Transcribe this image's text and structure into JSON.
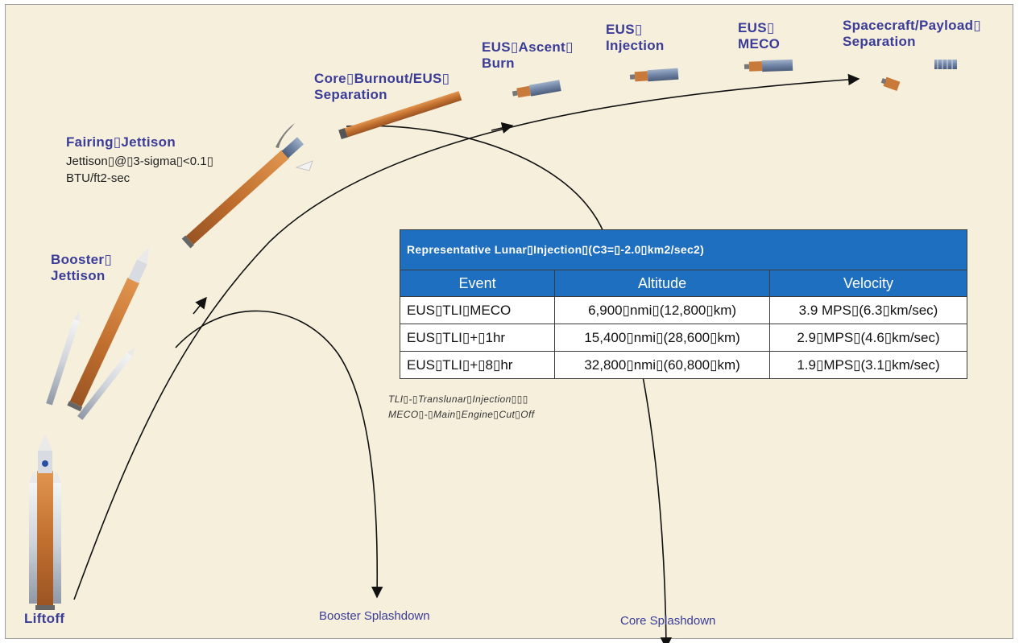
{
  "colors": {
    "background": "#f5efdc",
    "label": "#3a3c98",
    "table_header": "#1f6fc0",
    "rocket_core": "#c97a3a"
  },
  "labels": {
    "liftoff": "Liftoff",
    "booster_jettison": "Booster▯\nJettison",
    "fairing_jettison": "Fairing▯Jettison",
    "fairing_note": "Jettison▯@▯3-sigma▯<0.1▯\nBTU/ft2-sec",
    "core_burnout": "Core▯Burnout/EUS▯\nSeparation",
    "eus_ascent": "EUS▯Ascent▯\nBurn",
    "eus_injection": "EUS▯\nInjection",
    "eus_meco": "EUS▯\nMECO",
    "spacecraft_sep": "Spacecraft/Payload▯\nSeparation",
    "booster_splashdown": "Booster Splashdown",
    "core_splashdown": "Core Splashdown"
  },
  "table": {
    "title": "Representative Lunar▯Injection▯(C3=▯-2.0▯km2/sec2)",
    "headers": [
      "Event",
      "Altitude",
      "Velocity"
    ],
    "rows": [
      [
        "EUS▯TLI▯MECO",
        "6,900▯nmi▯(12,800▯km)",
        "3.9 MPS▯(6.3▯km/sec)"
      ],
      [
        "EUS▯TLI▯+▯1hr",
        "15,400▯nmi▯(28,600▯km)",
        "2.9▯MPS▯(4.6▯km/sec)"
      ],
      [
        "EUS▯TLI▯+▯8▯hr",
        "32,800▯nmi▯(60,800▯km)",
        "1.9▯MPS▯(3.1▯km/sec)"
      ]
    ]
  },
  "footnotes": "TLI▯-▯Translunar▯Injection▯▯▯\nMECO▯-▯Main▯Engine▯Cut▯Off"
}
